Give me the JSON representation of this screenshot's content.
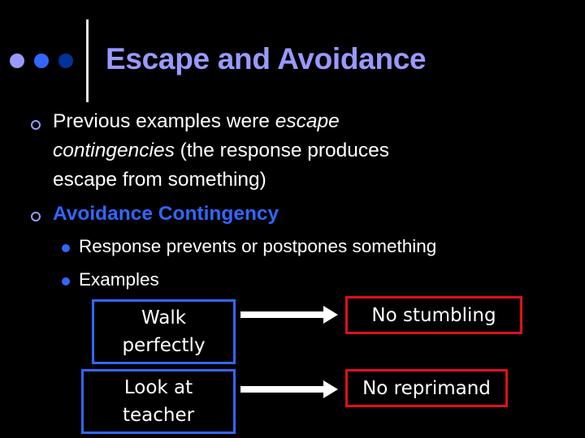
{
  "slide": {
    "title": "Escape and Avoidance",
    "decor": {
      "dot_colors": [
        "#9999ff",
        "#3366ff",
        "#003399"
      ]
    },
    "bullets": [
      {
        "level": 1,
        "line1_plain": "Previous examples were ",
        "line1_italic": "escape",
        "line2_italic": "contingencies",
        "line2_plain": " (the response produces",
        "line3_plain": "escape from something)"
      },
      {
        "level": 1,
        "text": "Avoidance Contingency",
        "color": "#3366ff",
        "bold": true
      },
      {
        "level": 2,
        "text": "Response prevents or postpones something"
      },
      {
        "level": 2,
        "text": "Examples"
      }
    ],
    "diagram": {
      "rows": [
        {
          "response_line1": "Walk",
          "response_line2": "perfectly",
          "outcome": "No stumbling"
        },
        {
          "response_line1": "Look at",
          "response_line2": "teacher",
          "outcome": "No reprimand"
        }
      ],
      "response_border_color": "#3366ff",
      "outcome_border_color": "#e0101a"
    }
  }
}
